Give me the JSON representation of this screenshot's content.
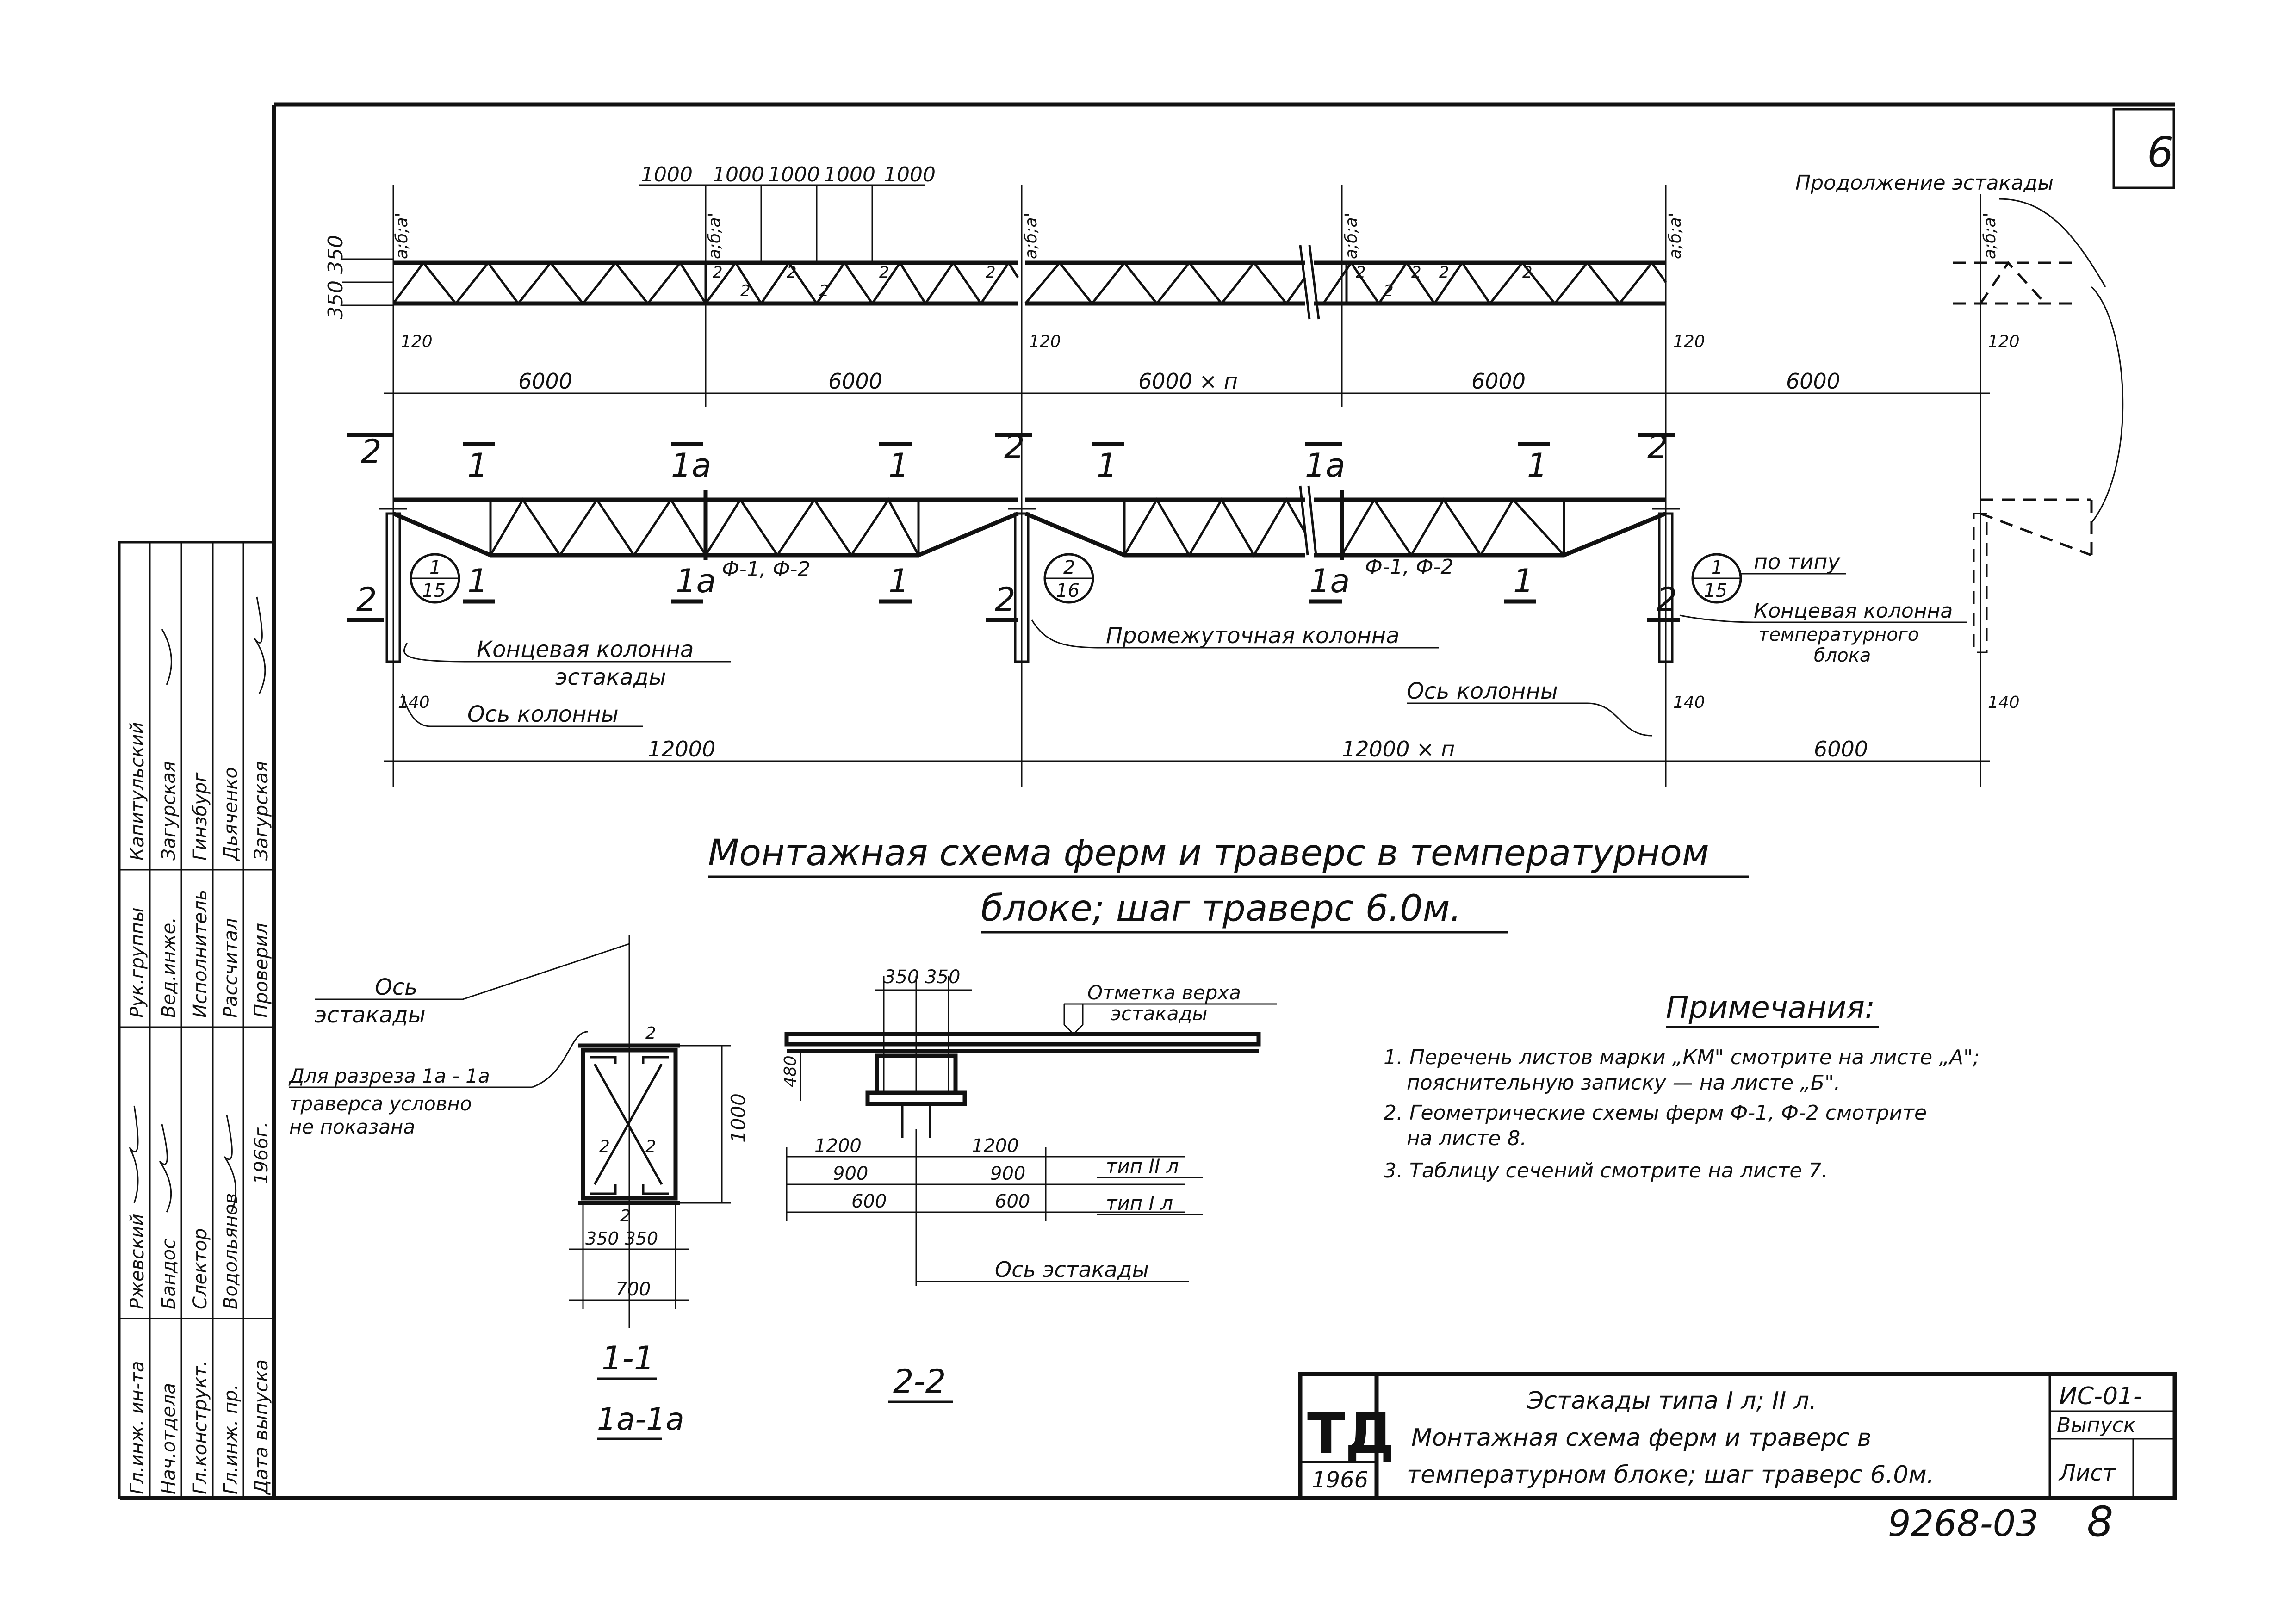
{
  "sheet_corner": "6",
  "top_dims": {
    "panel_widths": [
      "1000",
      "1000",
      "1000",
      "1000",
      "1000"
    ],
    "height_left": "350 350",
    "node_label_a": "а;б;а'",
    "node_label_b": "а;б;а'",
    "node_label_c": "а;б;а'",
    "node_label_d": "а;б;а'",
    "node_label_e": "а;б;а'",
    "offset_120_a": "120",
    "offset_120_b": "120",
    "offset_120_c": "120",
    "offset_120_d": "120",
    "offset_120_e": "120",
    "span_1": "6000",
    "span_2": "6000",
    "span_3": "6000 × п",
    "span_4": "6000",
    "span_5": "6000",
    "member_mark": "2"
  },
  "continuation": "Продолжение эстакады",
  "section_marks": {
    "s2": "2",
    "s1": "1",
    "s1a": "1а"
  },
  "truss_labels": {
    "f_label_1": "Ф-1, Ф-2",
    "f_label_2": "Ф-1, Ф-2",
    "bubble_1_top": "1",
    "bubble_1_bot": "15",
    "bubble_2_top": "2",
    "bubble_2_bot": "16",
    "bubble_3_top": "1",
    "bubble_3_bot": "15",
    "po_tipu": "по типу"
  },
  "column_labels": {
    "end_column_line1": "Концевая колонна",
    "end_column_line2": "эстакады",
    "intermediate_column": "Промежуточная колонна",
    "column_axis_left": "Ось колонны",
    "column_axis_right": "Ось колонны",
    "end_column_temp_line1": "Концевая колонна",
    "end_column_temp_line2": "температурного",
    "end_column_temp_line3": "блока",
    "dim_140_a": "140",
    "dim_140_b": "140",
    "dim_140_c": "140"
  },
  "bottom_dims": {
    "span_1": "12000",
    "span_2": "12000 × п",
    "span_3": "6000"
  },
  "main_title_line1": "Монтажная схема ферм и траверс в температурном",
  "main_title_line2": "блоке; шаг траверс 6.0м.",
  "section_1_1": {
    "axis_label_line1": "Ось",
    "axis_label_line2": "эстакады",
    "note_line1": "Для разреза 1а - 1а",
    "note_line2": "траверса условно",
    "note_line3": "не показана",
    "mark": "2",
    "height": "1000",
    "width_parts": "350 350",
    "width_total": "700",
    "title": "1-1",
    "subtitle": "1а-1а"
  },
  "section_2_2": {
    "top_dims": "350 350",
    "top_mark_line1": "Отметка верха",
    "top_mark_line2": "эстакады",
    "dim_480": "480",
    "row_1200_left": "1200",
    "row_1200_right": "1200",
    "row_900_left": "900",
    "row_900_right": "900",
    "row_600_left": "600",
    "row_600_right": "600",
    "type_2": "тип II л",
    "type_1": "тип I л",
    "axis": "Ось эстакады",
    "title": "2-2"
  },
  "notes": {
    "header": "Примечания:",
    "item_1_line1": "1. Перечень листов марки „КМ\" смотрите на листе „А\";",
    "item_1_line2": "пояснительную записку — на листе „Б\".",
    "item_2_line1": "2. Геометрические схемы ферм Ф-1, Ф-2 смотрите",
    "item_2_line2": "на листе 8.",
    "item_3": "3. Таблицу сечений смотрите на листе 7."
  },
  "stamp": {
    "logo_letters": "ТД",
    "year": "1966",
    "title_line1": "Эстакады типа I л; II л.",
    "title_line2": "Монтажная схема ферм и траверс в",
    "title_line3": "температурном блоке; шаг траверс 6.0м.",
    "code": "ИС-01-",
    "vypusk": "Выпуск",
    "list": "Лист",
    "sheet_number": "9268-03",
    "sheet_index": "8"
  },
  "side_stamp": {
    "roles": [
      "Гл.инж. ин-та",
      "Нач.отдела",
      "Гл.конструкт.",
      "Гл.инж. пр.",
      "Дата выпуска"
    ],
    "names": [
      "Ржевский",
      "Бандос",
      "Слектор",
      "Водольянов",
      ""
    ],
    "roles2": [
      "Рук.группы",
      "Вед.инже.",
      "Исполнитель",
      "Рассчитал",
      "Проверил"
    ],
    "names2": [
      "Капитульский",
      "Загурская",
      "Гинзбург",
      "Дьяченко",
      "Загурская"
    ],
    "date": "1966г."
  }
}
